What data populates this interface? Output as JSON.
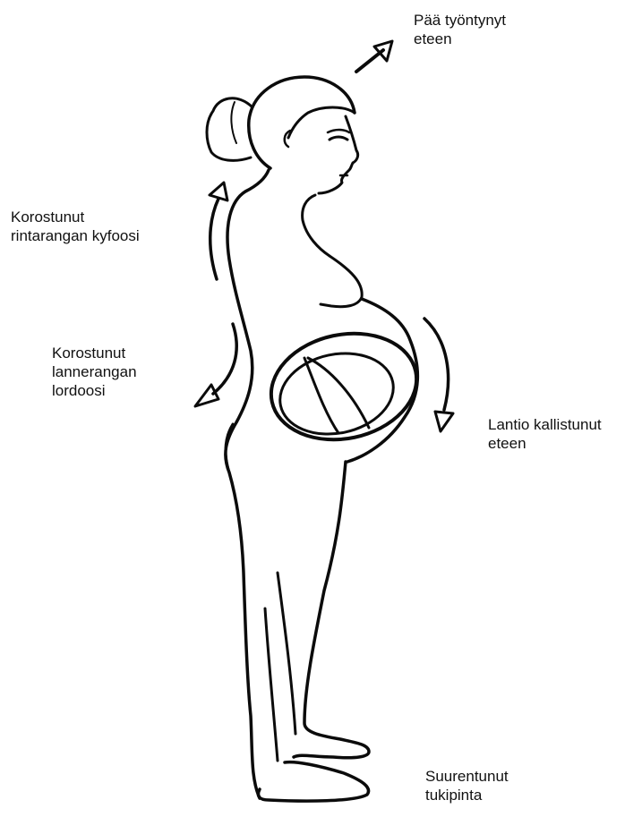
{
  "labels": {
    "head_forward": [
      "Pää työntynyt",
      "eteen"
    ],
    "thoracic_kyphosis": [
      "Korostunut",
      "rintarangan kyfoosi"
    ],
    "lumbar_lordosis": [
      "Korostunut",
      "lannerangan",
      "lordoosi"
    ],
    "pelvis_tilted": [
      "Lantio kallistunut",
      "eteen"
    ],
    "support_base": [
      "Suurentunut",
      "tukipinta"
    ]
  },
  "colors": {
    "line": "#0b0b0b",
    "text": "#111111",
    "background": "#ffffff"
  }
}
